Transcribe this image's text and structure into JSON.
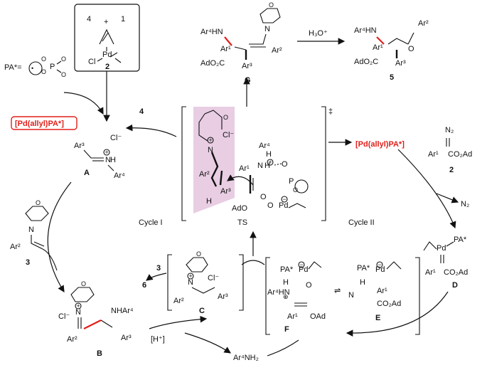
{
  "labels": {
    "num4": "4",
    "plus": "+",
    "num1": "1",
    "pd": "Pd",
    "cl": "Cl",
    "num2": "2",
    "pa_star": "PA*=",
    "pd_allyl_pa": "[Pd(allyl)PA*]",
    "reagent4": "4",
    "cmpdA": "A",
    "cycle1": "Cycle I",
    "cycle2": "Cycle II",
    "ts": "TS",
    "dagger": "‡",
    "h3o": "H₃O⁺",
    "cmpdG": "G",
    "cmpd5": "5",
    "reagent2": "2",
    "n2": "N₂",
    "cmpdD": "D",
    "cmpdE": "E",
    "cmpdF": "F",
    "cmpdC": "C",
    "cmpdB": "B",
    "cmpd3": "3",
    "r3": "3",
    "r6": "6",
    "h_plus": "[H⁺]",
    "ar4nh2": "Ar⁴NH₂",
    "ar1": "Ar¹",
    "ar2": "Ar²",
    "ar3": "Ar³",
    "ar4": "Ar⁴",
    "ar4hn": "Ar⁴HN",
    "nhar4": "NHAr⁴",
    "ado2c": "AdO₂C",
    "co2ad": "CO₂Ad",
    "oad": "OAd",
    "ado": "AdO",
    "pa": "PA*",
    "n": "N",
    "o": "O",
    "p": "P",
    "h": "H",
    "n2_label": "N₂",
    "ionic_cl": "Cl⁻"
  }
}
